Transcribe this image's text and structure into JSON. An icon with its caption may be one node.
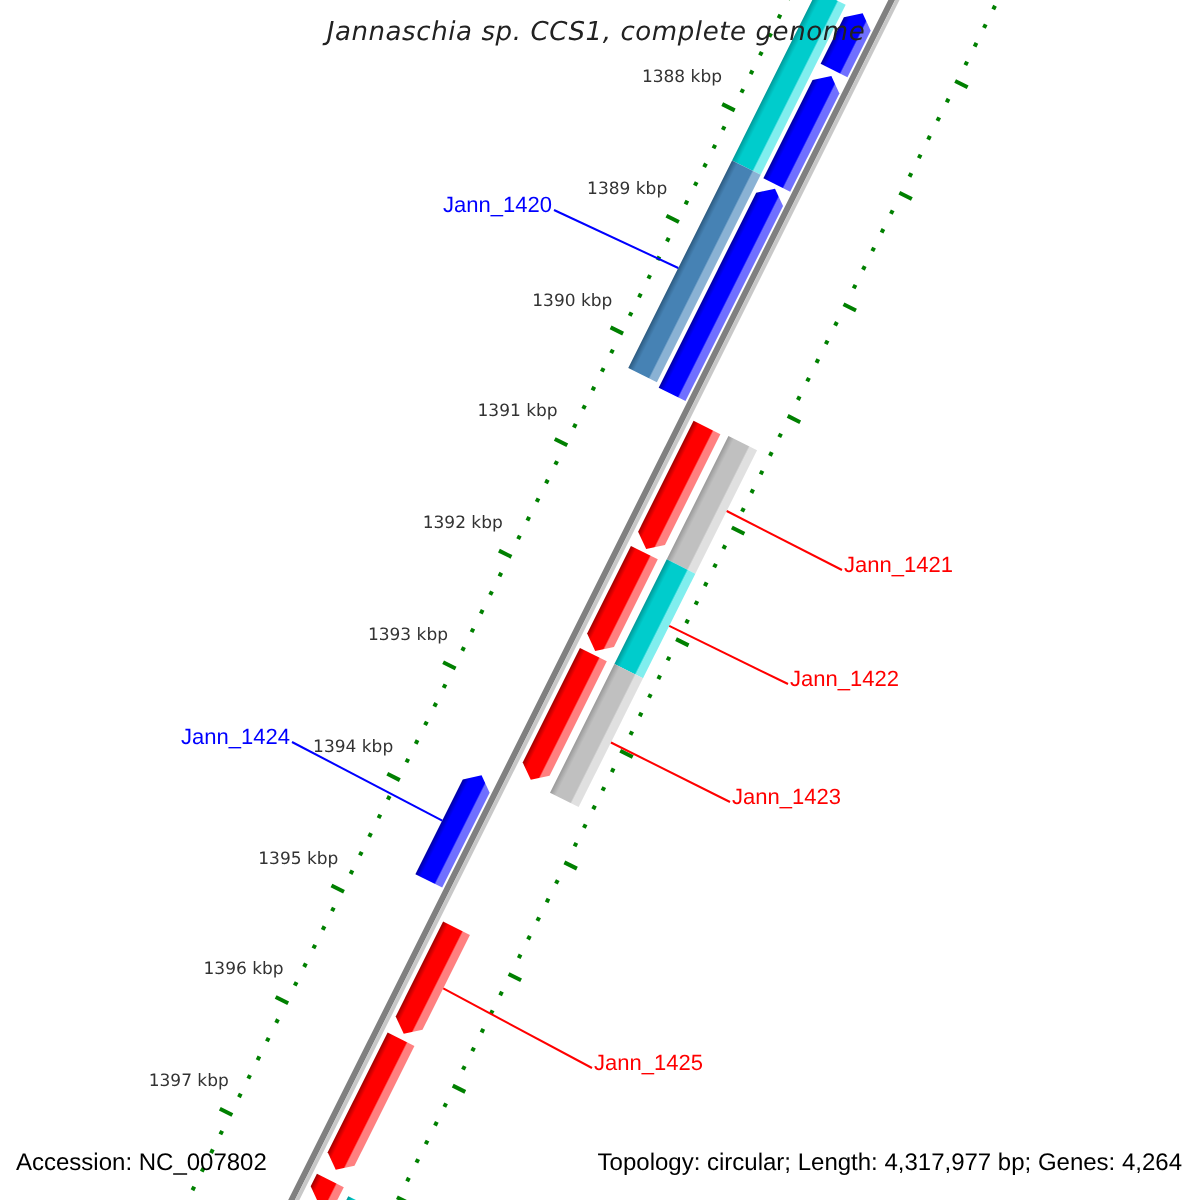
{
  "diagram": {
    "title": "Jannaschia sp. CCS1, complete genome",
    "nodes": [
      {
        "text": [
          "Jann_1420"
        ]
      },
      {
        "text": [
          "Jann_1421"
        ]
      },
      {
        "text": [
          "Jann_1422"
        ]
      },
      {
        "text": [
          "Jann_1424"
        ]
      },
      {
        "text": [
          "Jann_1423"
        ]
      },
      {
        "text": [
          "Jann_1425"
        ]
      },
      {
        "text": [],
        "shape": "bar"
      },
      {
        "text": [],
        "shape": "pentagon"
      },
      {
        "text": [],
        "shape": "pentagon"
      },
      {
        "text": [],
        "shape": "bar"
      },
      {
        "text": [],
        "shape": "pentagon"
      },
      {
        "text": [],
        "shape": "bar"
      },
      {
        "text": [],
        "shape": "pentagon"
      },
      {
        "text": [],
        "shape": "bar"
      },
      {
        "text": [],
        "shape": "pentagon"
      },
      {
        "text": [],
        "shape": "bar"
      },
      {
        "text": [],
        "shape": "pentagon"
      },
      {
        "text": [],
        "shape": "pentagon"
      },
      {
        "text": [],
        "shape": "pentagon"
      },
      {
        "text": [],
        "shape": "pentagon"
      },
      {
        "text": [],
        "shape": "pentagon"
      },
      {
        "text": [],
        "shape": "bar"
      }
    ],
    "edges": [
      {
        "from": 0,
        "to": 9,
        "arrow": "none",
        "color": "#0000ff"
      },
      {
        "from": 1,
        "to": 11,
        "arrow": "none"
      },
      {
        "from": 2,
        "to": 13,
        "arrow": "none"
      },
      {
        "from": 3,
        "to": 17,
        "arrow": "none",
        "color": "#0000ff"
      },
      {
        "from": 4,
        "to": 15,
        "arrow": "none"
      },
      {
        "from": 5,
        "to": 18,
        "arrow": "none"
      }
    ],
    "labels": [
      "1388 kbp",
      "1389 kbp",
      "1390 kbp",
      "1391 kbp",
      "1392 kbp",
      "1393 kbp",
      "1394 kbp",
      "1395 kbp",
      "1396 kbp",
      "1397 kbp",
      "Accession: NC_007802",
      "Topology: circular; Length: 4,317,977 bp; Genes: 4,264"
    ]
  }
}
